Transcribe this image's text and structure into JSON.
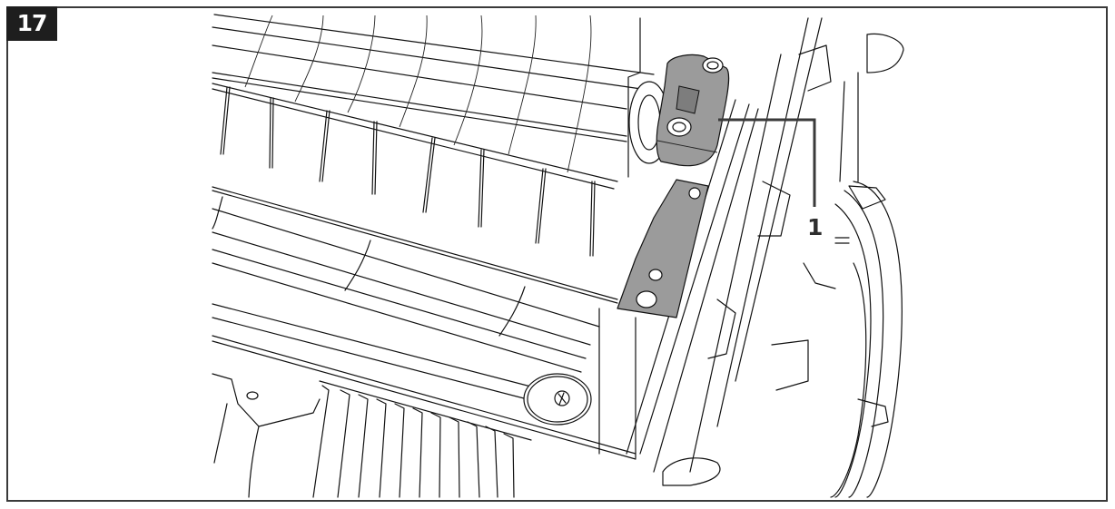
{
  "figure": {
    "step_number": "17",
    "description": "Exploded line drawing of scarifier/lawn aerator housing with tine roller, wheel and highlighted bearing bracket",
    "highlight_color": "#9b9b9b",
    "line_color": "#111111",
    "badge_color": "#1e1e1e",
    "frame_color": "#3a3a3a"
  },
  "callouts": [
    {
      "label": "1",
      "target": "bearing-bracket"
    }
  ]
}
